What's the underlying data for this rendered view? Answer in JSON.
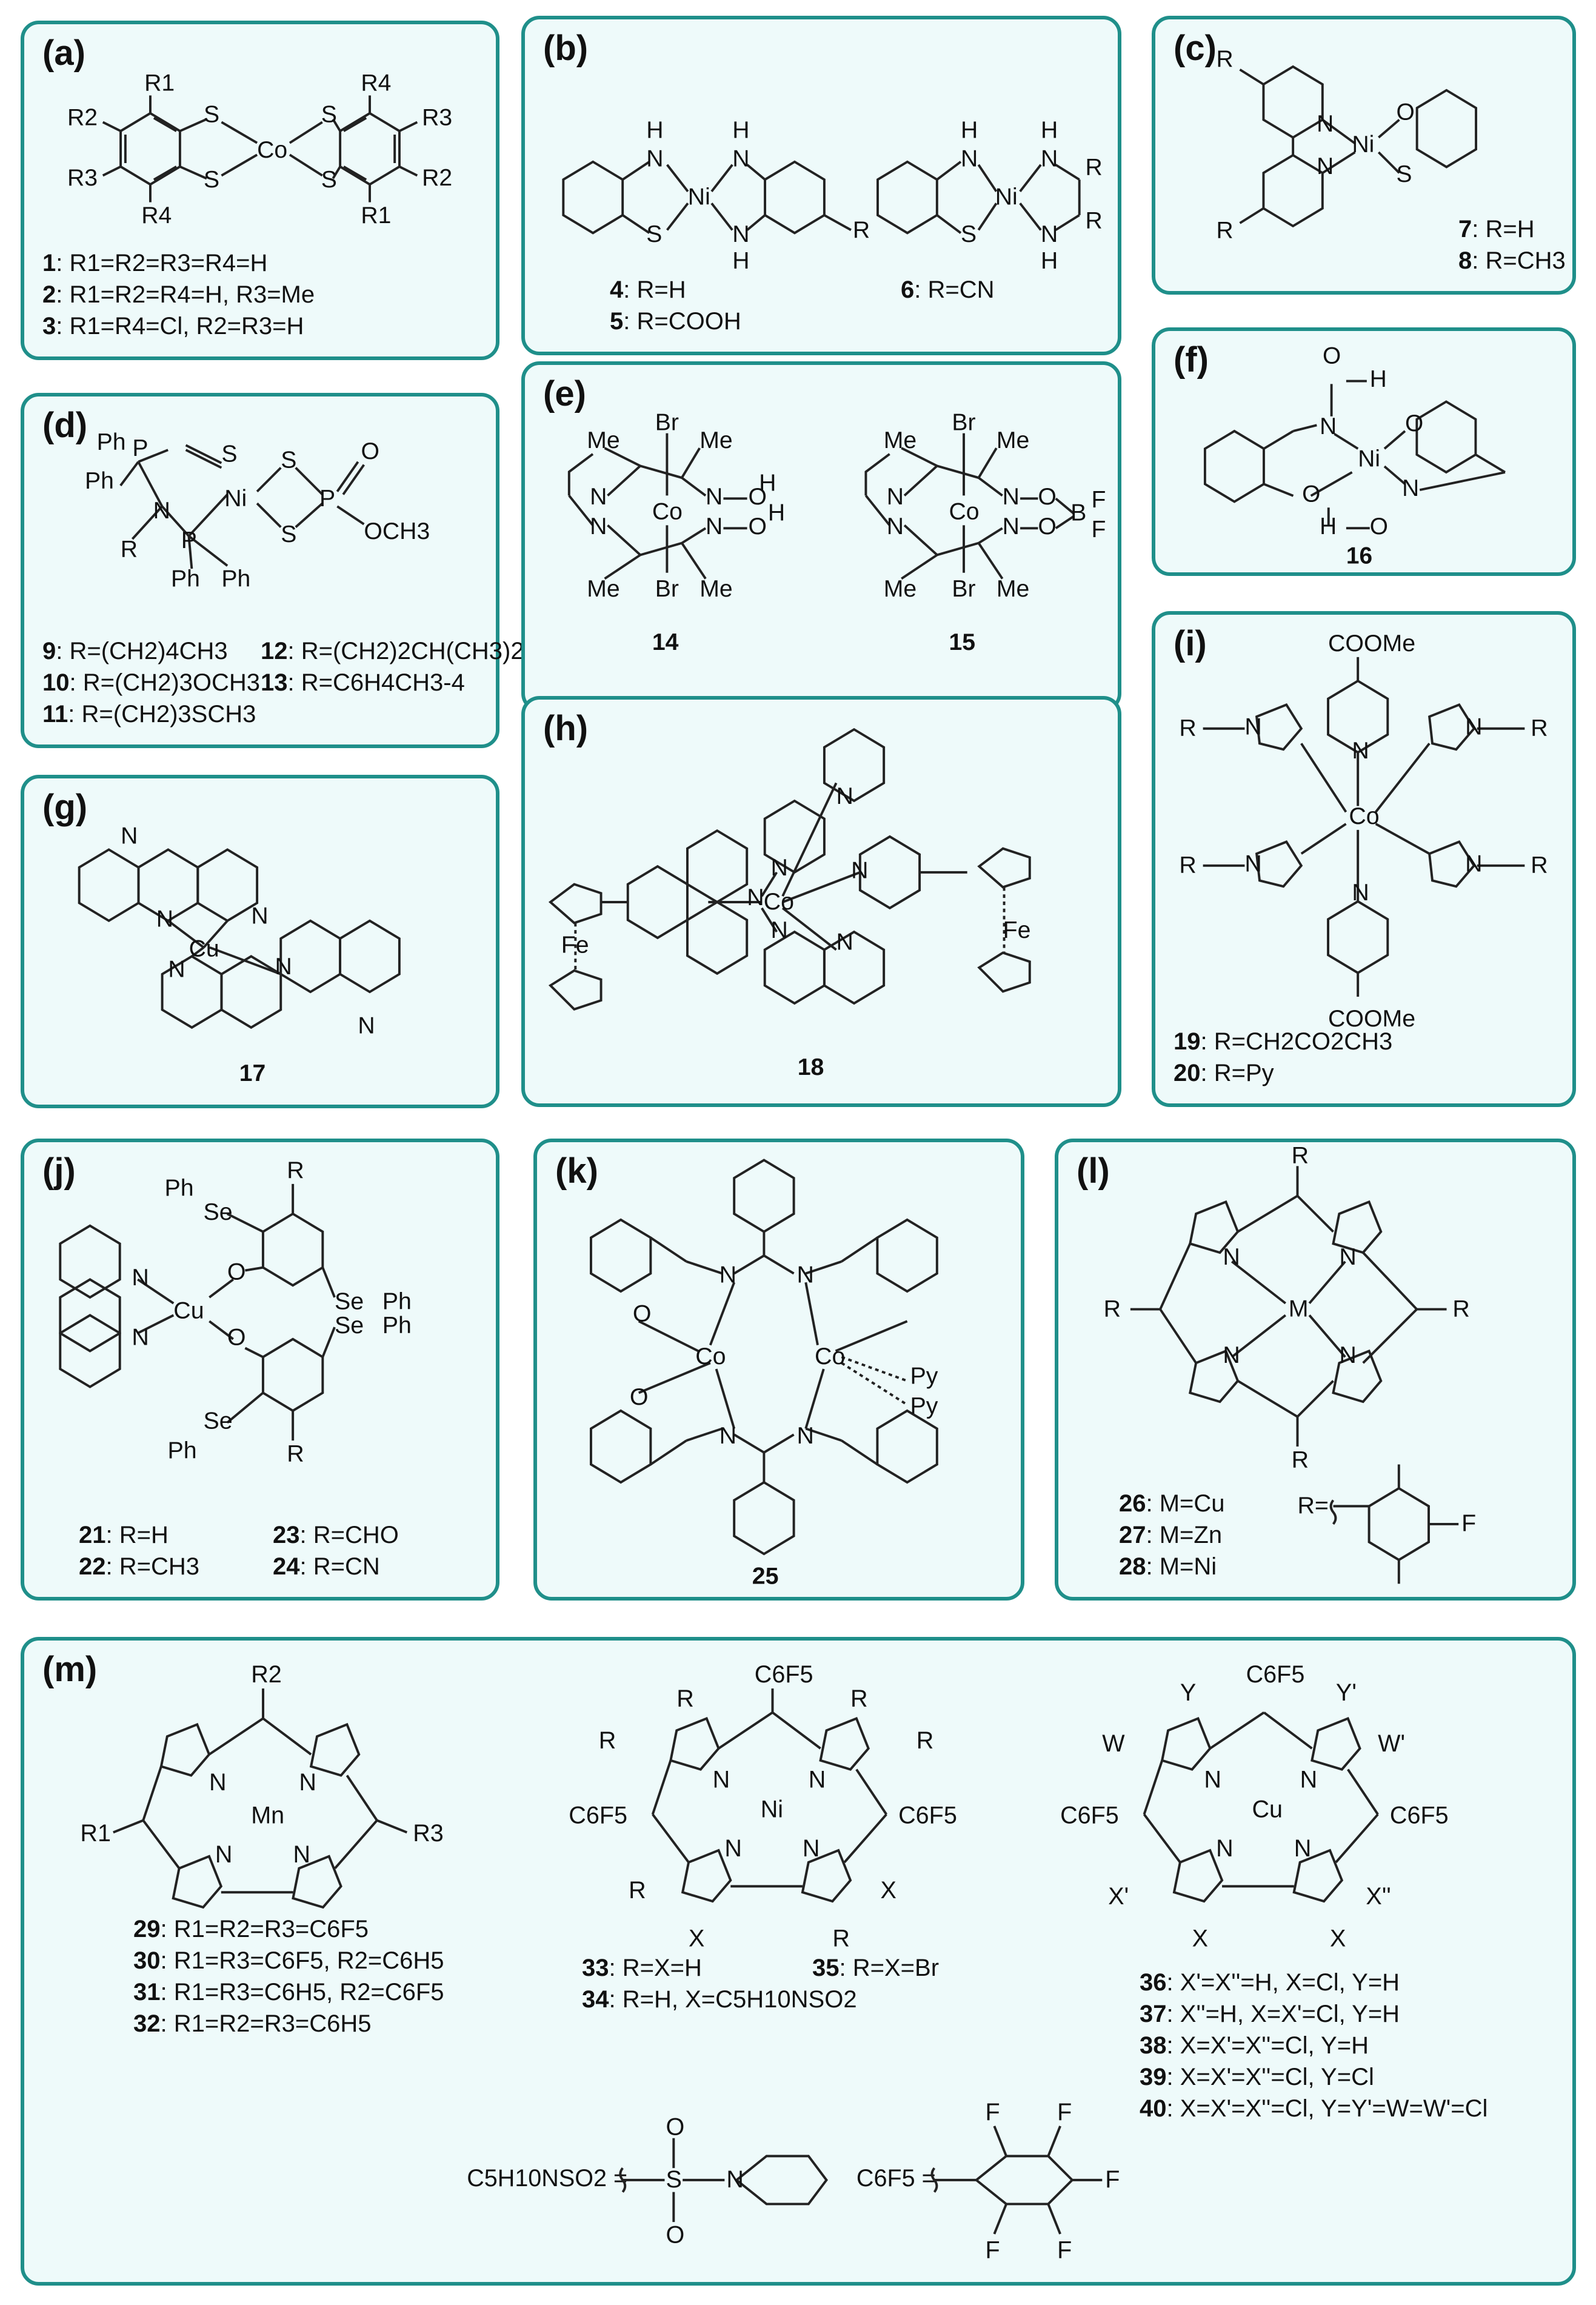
{
  "panels": {
    "a": {
      "label": "(a)",
      "lines": [
        {
          "num": "1",
          "text": ": R1=R2=R3=R4=H"
        },
        {
          "num": "2",
          "text": ": R1=R2=R4=H, R3=Me"
        },
        {
          "num": "3",
          "text": ": R1=R4=Cl, R2=R3=H"
        }
      ]
    },
    "b": {
      "label": "(b)",
      "lines": [
        {
          "num": "4",
          "text": ": R=H"
        },
        {
          "num": "5",
          "text": ": R=COOH"
        }
      ],
      "extra": {
        "num": "6",
        "text": ": R=CN"
      }
    },
    "c": {
      "label": "(c)",
      "lines": [
        {
          "num": "7",
          "text": ": R=H"
        },
        {
          "num": "8",
          "text": ": R=CH3"
        }
      ]
    },
    "d": {
      "label": "(d)",
      "lines": [
        {
          "num": "9",
          "text": ": R=(CH2)4CH3"
        },
        {
          "num": "10",
          "text": ": R=(CH2)3OCH3"
        },
        {
          "num": "11",
          "text": ": R=(CH2)3SCH3"
        }
      ],
      "right": [
        {
          "num": "12",
          "text": ": R=(CH2)2CH(CH3)2"
        },
        {
          "num": "13",
          "text": ": R=C6H4CH3-4"
        }
      ]
    },
    "e": {
      "label": "(e)",
      "compounds": [
        "14",
        "15"
      ]
    },
    "f": {
      "label": "(f)",
      "compounds": [
        "16"
      ]
    },
    "g": {
      "label": "(g)",
      "compounds": [
        "17"
      ]
    },
    "h": {
      "label": "(h)",
      "compounds": [
        "18"
      ]
    },
    "i": {
      "label": "(i)",
      "lines": [
        {
          "num": "19",
          "text": ": R=CH2CO2CH3"
        },
        {
          "num": "20",
          "text": ": R=Py"
        }
      ]
    },
    "j": {
      "label": "(j)",
      "lines": [
        {
          "num": "21",
          "text": ": R=H"
        },
        {
          "num": "22",
          "text": ": R=CH3"
        }
      ],
      "right": [
        {
          "num": "23",
          "text": ": R=CHO"
        },
        {
          "num": "24",
          "text": ": R=CN"
        }
      ]
    },
    "k": {
      "label": "(k)",
      "compounds": [
        "25"
      ]
    },
    "l": {
      "label": "(l)",
      "lines": [
        {
          "num": "26",
          "text": ": M=Cu"
        },
        {
          "num": "27",
          "text": ": M=Zn"
        },
        {
          "num": "28",
          "text": ": M=Ni"
        }
      ]
    },
    "m": {
      "label": "(m)",
      "left": [
        {
          "num": "29",
          "text": ": R1=R2=R3=C6F5"
        },
        {
          "num": "30",
          "text": ": R1=R3=C6F5, R2=C6H5"
        },
        {
          "num": "31",
          "text": ": R1=R3=C6H5, R2=C6F5"
        },
        {
          "num": "32",
          "text": ": R1=R2=R3=C6H5"
        }
      ],
      "mid": [
        {
          "num": "33",
          "text": ": R=X=H"
        },
        {
          "num": "34",
          "text": ": R=H, X=C5H10NSO2"
        }
      ],
      "mid_extra": {
        "num": "35",
        "text": ": R=X=Br"
      },
      "right": [
        {
          "num": "36",
          "text": ": X'=X''=H, X=Cl, Y=H"
        },
        {
          "num": "37",
          "text": ": X''=H, X=X'=Cl, Y=H"
        },
        {
          "num": "38",
          "text": ": X=X'=X''=Cl, Y=H"
        },
        {
          "num": "39",
          "text": ": X=X'=X''=Cl, Y=Cl"
        },
        {
          "num": "40",
          "text": ": X=X'=X''=Cl, Y=Y'=W=W'=Cl"
        }
      ],
      "defs": {
        "sulfonyl": "C5H10NSO2 =",
        "c6f5": "C6F5 ="
      }
    }
  },
  "atoms": {
    "co": "Co",
    "ni": "Ni",
    "cu": "Cu",
    "fe": "Fe",
    "mn": "Mn",
    "m": "M",
    "s": "S",
    "n": "N",
    "o": "O",
    "h": "H",
    "p": "P",
    "br": "Br",
    "b": "B",
    "f": "F",
    "me": "Me",
    "ph": "Ph",
    "py": "Py",
    "se": "Se",
    "cl": "Cl",
    "r": "R",
    "r1": "R1",
    "r2": "R2",
    "r3": "R3",
    "r4": "R4",
    "x": "X",
    "y": "Y",
    "w": "W",
    "coome": "COOMe",
    "och3": "OCH3",
    "c6f5": "C6F5",
    "req": "R="
  },
  "colors": {
    "border": "#1f8f8a",
    "fill": "#eefafa"
  }
}
